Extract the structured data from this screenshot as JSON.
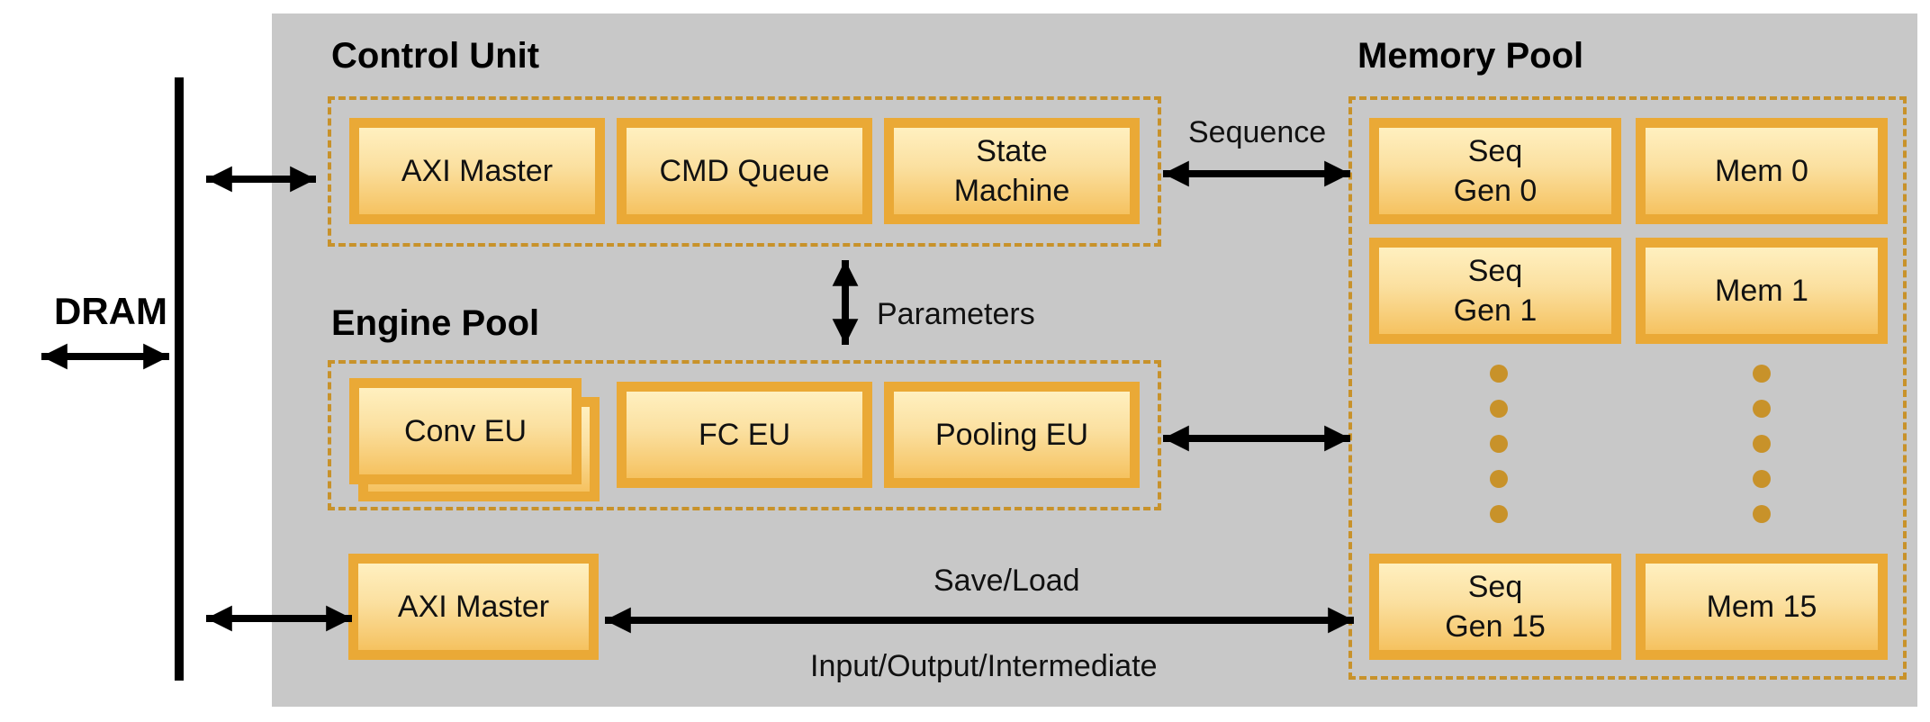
{
  "dram": {
    "label": "DRAM"
  },
  "control_unit": {
    "title": "Control Unit",
    "blocks": [
      "AXI Master",
      "CMD Queue",
      "State\nMachine"
    ]
  },
  "engine_pool": {
    "title": "Engine Pool",
    "blocks": [
      "Conv EU",
      "FC EU",
      "Pooling EU"
    ]
  },
  "memory_pool": {
    "title": "Memory Pool",
    "seq_gens": [
      "Seq\nGen 0",
      "Seq\nGen 1",
      "Seq\nGen 15"
    ],
    "mems": [
      "Mem 0",
      "Mem 1",
      "Mem 15"
    ]
  },
  "io_axi": {
    "label": "AXI Master"
  },
  "connections": {
    "sequence": "Sequence",
    "parameters": "Parameters",
    "save_load": "Save/Load",
    "io": "Input/Output/Intermediate"
  },
  "colors": {
    "block_border": "#eaa936",
    "dashed": "#c8922a",
    "panel": "#c8c8c8"
  }
}
